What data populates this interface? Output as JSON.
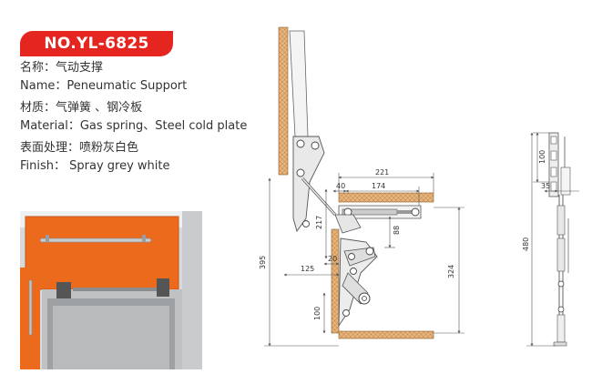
{
  "product": {
    "model": "NO.YL-6825"
  },
  "specs": {
    "name_cn": "名称：气动支撑",
    "name_en": "Name：Peneumatic Support",
    "material_cn": "材质：气弹簧 、钢冷板",
    "material_en": "Material：Gas spring、Steel cold plate",
    "finish_cn": "表面处理：喷粉灰白色",
    "finish_en": "Finish：  Spray grey white"
  },
  "dimensions": {
    "d221": "221",
    "d174": "174",
    "d40": "40",
    "d217": "217",
    "d88": "88",
    "d20": "20",
    "d125": "125",
    "d395": "395",
    "d324": "324",
    "d100a": "100",
    "d100b": "100",
    "d35": "35",
    "d480": "480"
  },
  "colors": {
    "badge": "#e5251f",
    "cabinet_orange": "#ec6a1c",
    "wood": "#e6b47a"
  }
}
